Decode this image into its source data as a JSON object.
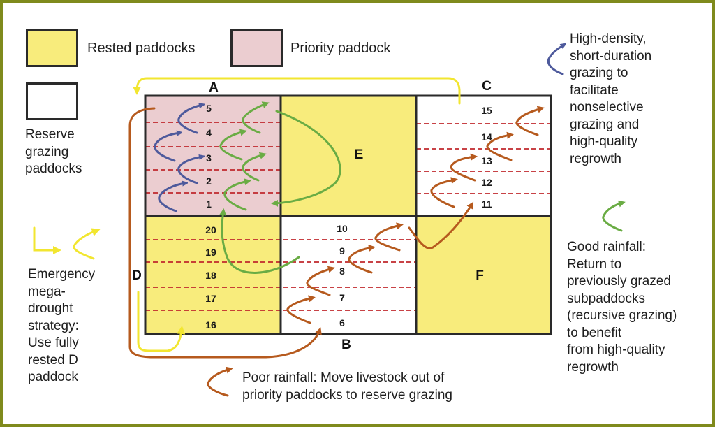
{
  "colors": {
    "rested": "#f8ec7c",
    "priority": "#ebcdd0",
    "reserve": "#ffffff",
    "border": "#2a2a2a",
    "frame": "#7f8a1c",
    "divider": "#c0282d",
    "arrow_blue": "#4e5a9c",
    "arrow_green": "#6aac44",
    "arrow_brown": "#b65a1e",
    "arrow_yellow": "#f2e630"
  },
  "legend": {
    "rested": "Rested paddocks",
    "priority": "Priority paddock",
    "reserve_lines": [
      "Reserve",
      "grazing",
      "paddocks"
    ]
  },
  "notes": {
    "blue": [
      "High-density,",
      "short-duration",
      "grazing to",
      "facilitate",
      "nonselective",
      "grazing and",
      "high-quality",
      "regrowth"
    ],
    "green": [
      "Good rainfall:",
      "Return to",
      "previously grazed",
      "subpaddocks",
      "(recursive grazing)",
      "to benefit",
      "from high-quality",
      "regrowth"
    ],
    "yellow": [
      "Emergency",
      "mega-",
      "drought",
      "strategy:",
      "Use fully",
      "rested D",
      "paddock"
    ],
    "brown": [
      "Poor rainfall: Move livestock out of",
      "priority paddocks to reserve grazing"
    ]
  },
  "paddocks": {
    "A": {
      "label": "A",
      "type": "priority",
      "subpaddocks": [
        "5",
        "4",
        "3",
        "2",
        "1"
      ]
    },
    "B": {
      "label": "B",
      "type": "reserve",
      "subpaddocks": [
        "10",
        "9",
        "8",
        "7",
        "6"
      ]
    },
    "C": {
      "label": "C",
      "type": "reserve",
      "subpaddocks": [
        "15",
        "14",
        "13",
        "12",
        "11"
      ]
    },
    "D": {
      "label": "D",
      "type": "rested",
      "subpaddocks": [
        "20",
        "19",
        "18",
        "17",
        "16"
      ]
    },
    "E": {
      "label": "E",
      "type": "rested"
    },
    "F": {
      "label": "F",
      "type": "rested"
    }
  }
}
